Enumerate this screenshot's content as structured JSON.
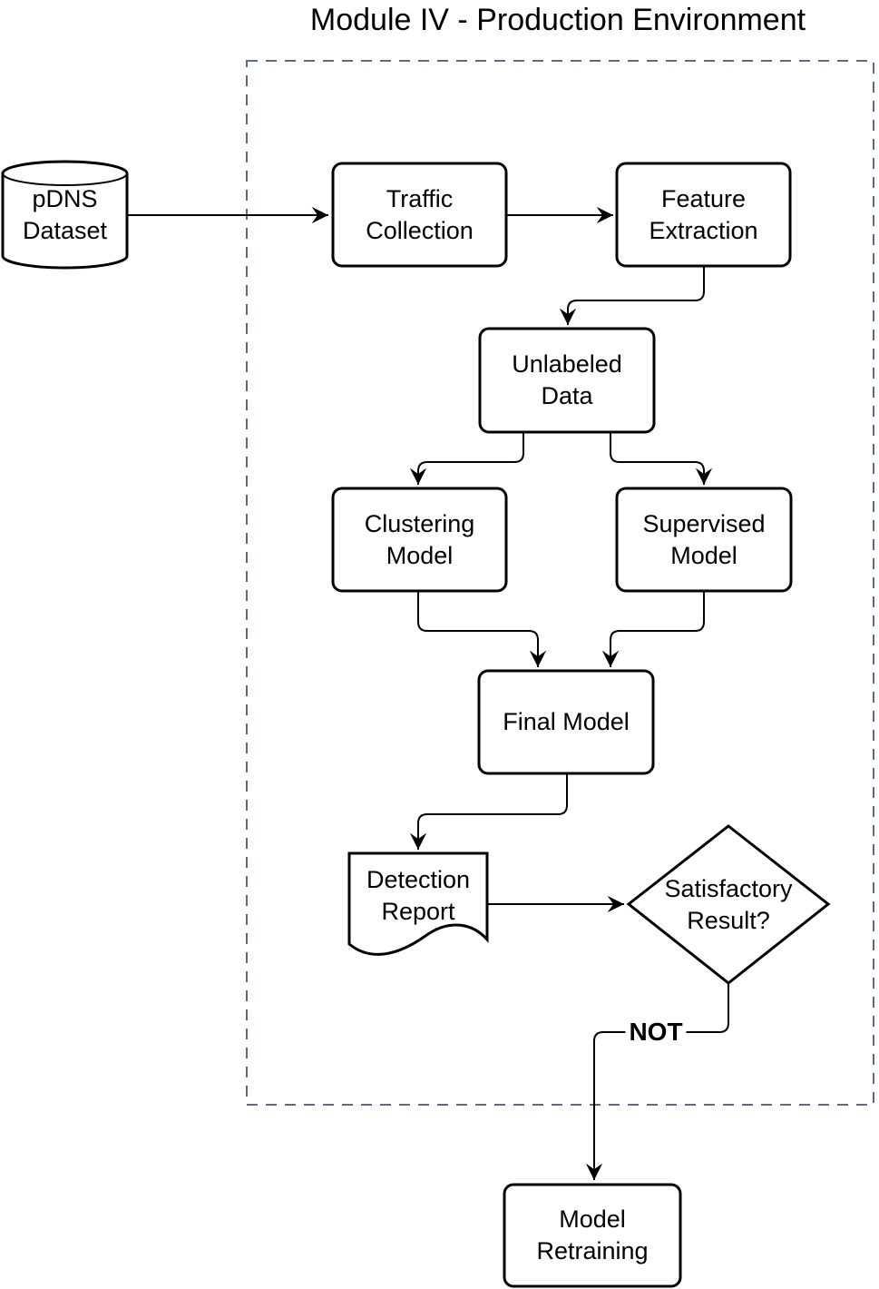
{
  "title": "Module IV - Production Environment",
  "colors": {
    "node_stroke": "#000000",
    "node_fill": "#ffffff",
    "boundary_dash": "#5c6b84",
    "text": "#000000"
  },
  "boundary": {
    "name": "production-environment-boundary",
    "style": "dashed"
  },
  "nodes": {
    "pdns_dataset": {
      "label": "pDNS\nDataset",
      "shape": "cylinder"
    },
    "traffic_collection": {
      "label": "Traffic\nCollection",
      "shape": "process"
    },
    "feature_extraction": {
      "label": "Feature\nExtraction",
      "shape": "process"
    },
    "unlabeled_data": {
      "label": "Unlabeled\nData",
      "shape": "process"
    },
    "clustering_model": {
      "label": "Clustering\nModel",
      "shape": "process"
    },
    "supervised_model": {
      "label": "Supervised\nModel",
      "shape": "process"
    },
    "final_model": {
      "label": "Final Model",
      "shape": "process"
    },
    "detection_report": {
      "label": "Detection\nReport",
      "shape": "document"
    },
    "satisfactory_result": {
      "label": "Satisfactory\nResult?",
      "shape": "decision"
    },
    "model_retraining": {
      "label": "Model\nRetraining",
      "shape": "process"
    }
  },
  "edges": {
    "decision_to_retraining_label": "NOT"
  }
}
